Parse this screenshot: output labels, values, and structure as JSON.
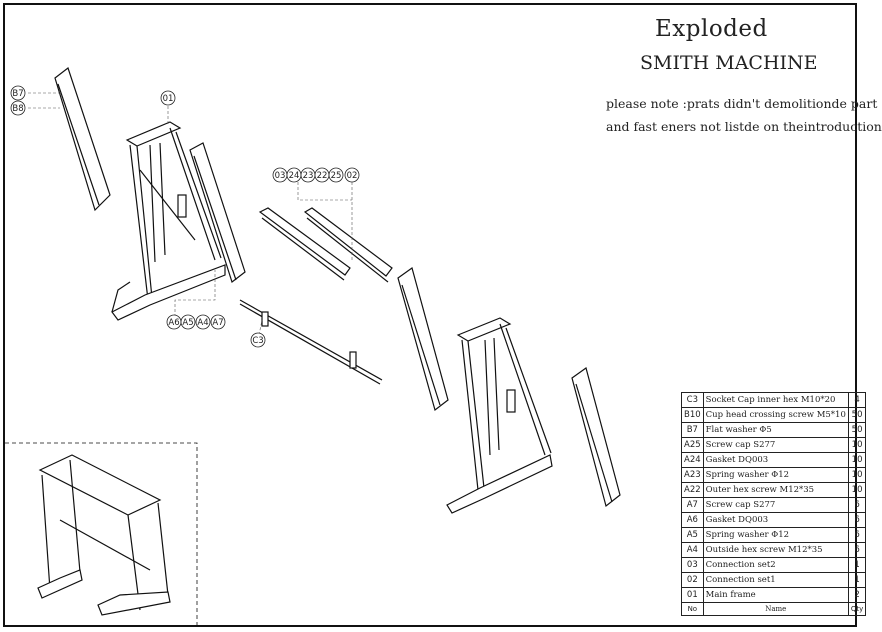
{
  "title": {
    "line1": "Exploded",
    "line2": "SMITH MACHINE"
  },
  "note": {
    "line1": "please note :prats didn't demolitionde part",
    "line2": "and fast eners not listde on theintroduction"
  },
  "callouts": {
    "b7": "B7",
    "b8": "B8",
    "p01": "01",
    "p03": "03",
    "p24": "24",
    "p23": "23",
    "p22": "22",
    "p25": "25",
    "p02": "02",
    "a6": "A6",
    "a5": "A5",
    "a4": "A4",
    "a7": "A7",
    "c3": "C3"
  },
  "bom": {
    "rows": [
      {
        "code": "C3",
        "name": "Socket Cap inner hex M10*20",
        "qty": "4"
      },
      {
        "code": "B10",
        "name": "Cup head crossing screw M5*10",
        "qty": "50"
      },
      {
        "code": "B7",
        "name": "Flat washer Φ5",
        "qty": "50"
      },
      {
        "code": "A25",
        "name": "Screw cap  S277",
        "qty": "10"
      },
      {
        "code": "A24",
        "name": "Gasket  DQ003",
        "qty": "10"
      },
      {
        "code": "A23",
        "name": "Spring washer Φ12",
        "qty": "10"
      },
      {
        "code": "A22",
        "name": "Outer hex screw M12*35",
        "qty": "10"
      },
      {
        "code": "A7",
        "name": "Screw cap  S277",
        "qty": "6"
      },
      {
        "code": "A6",
        "name": "Gasket  DQ003",
        "qty": "6"
      },
      {
        "code": "A5",
        "name": "Spring washer Φ12",
        "qty": "6"
      },
      {
        "code": "A4",
        "name": "Outside hex screw M12*35",
        "qty": "6"
      },
      {
        "code": "03",
        "name": "Connection set2",
        "qty": "1"
      },
      {
        "code": "02",
        "name": "Connection set1",
        "qty": "1"
      },
      {
        "code": "01",
        "name": "Main frame",
        "qty": "2"
      }
    ],
    "header": {
      "no": "No",
      "name": "Name",
      "qty": "Qty"
    }
  }
}
